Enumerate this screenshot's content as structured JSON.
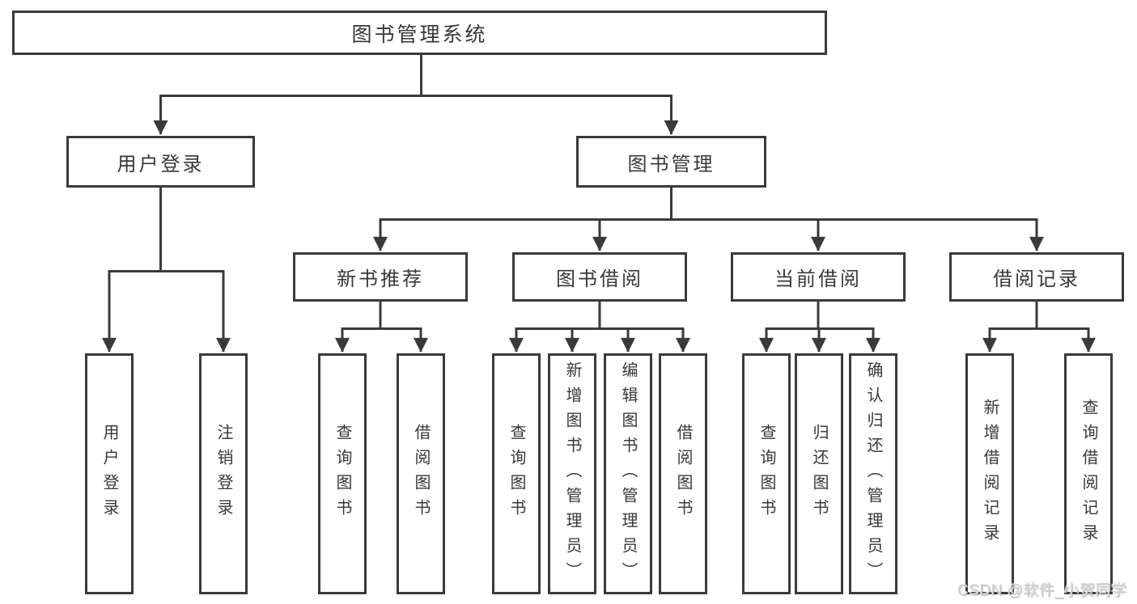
{
  "diagram": {
    "root": {
      "label": "图书管理系统"
    },
    "level1": [
      {
        "label": "用户登录"
      },
      {
        "label": "图书管理"
      }
    ],
    "level2": [
      {
        "label": "新书推荐"
      },
      {
        "label": "图书借阅"
      },
      {
        "label": "当前借阅"
      },
      {
        "label": "借阅记录"
      }
    ],
    "leaves": [
      {
        "label": "用户登录"
      },
      {
        "label": "注销登录"
      },
      {
        "label": "查询图书"
      },
      {
        "label": "借阅图书"
      },
      {
        "label": "查询图书"
      },
      {
        "label": "新增图书（管理员）"
      },
      {
        "label": "编辑图书（管理员）"
      },
      {
        "label": "借阅图书"
      },
      {
        "label": "查询图书"
      },
      {
        "label": "归还图书"
      },
      {
        "label": "确认归还（管理员）"
      },
      {
        "label": "新增借阅记录"
      },
      {
        "label": "查询借阅记录"
      }
    ]
  },
  "watermark": {
    "text": "CSDN @软件_小贺同学"
  },
  "colors": {
    "line": "#3a3a3a",
    "text": "#383838",
    "background": "#ffffff",
    "watermark": "#d2d2d2"
  }
}
